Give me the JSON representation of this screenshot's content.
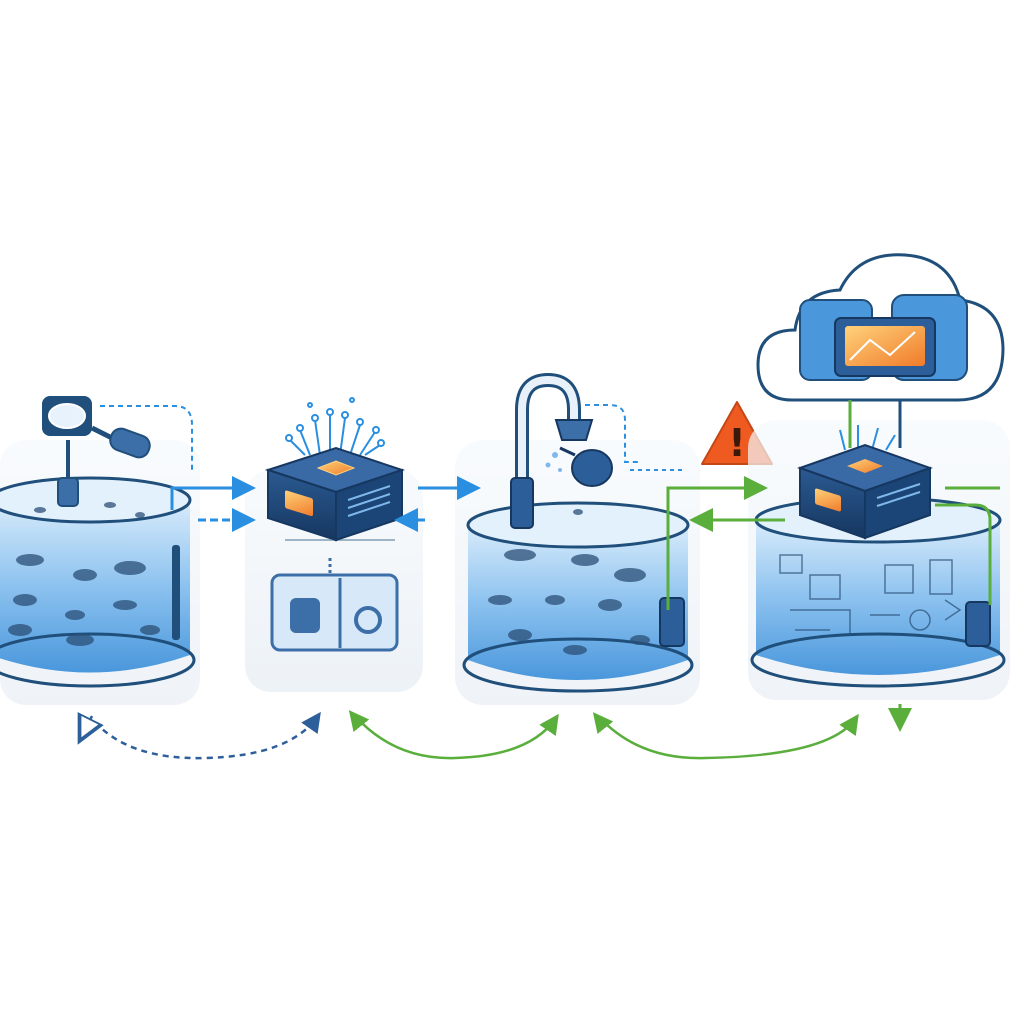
{
  "colors": {
    "background": "#ffffff",
    "water_light": "#cfe6fa",
    "water_mid": "#7fb8ec",
    "water_deep": "#3d8fd9",
    "outline_navy": "#1f4f7a",
    "flow_blue": "#2a8fe0",
    "flow_green": "#5aae3c",
    "dashed_navy": "#2d5f9a",
    "device_dark": "#1e3f6e",
    "device_screen": "#f29b3b",
    "warning_orange": "#ee5a1f",
    "panel_gray": "#eef2f6"
  },
  "icons": {
    "camera": "camera-icon",
    "edge_device_1": "microchip-device-icon",
    "edge_device_2": "microchip-device-icon",
    "faucet": "faucet-icon",
    "warning": "warning-triangle-icon",
    "cloud": "cloud-server-icon"
  },
  "tanks": [
    {
      "id": "tank-1",
      "stage": "raw-water"
    },
    {
      "id": "tank-2",
      "stage": "edge-processing"
    },
    {
      "id": "tank-3",
      "stage": "dosing"
    },
    {
      "id": "tank-4",
      "stage": "cloud-monitored"
    }
  ],
  "warning": {
    "symbol": "!"
  }
}
